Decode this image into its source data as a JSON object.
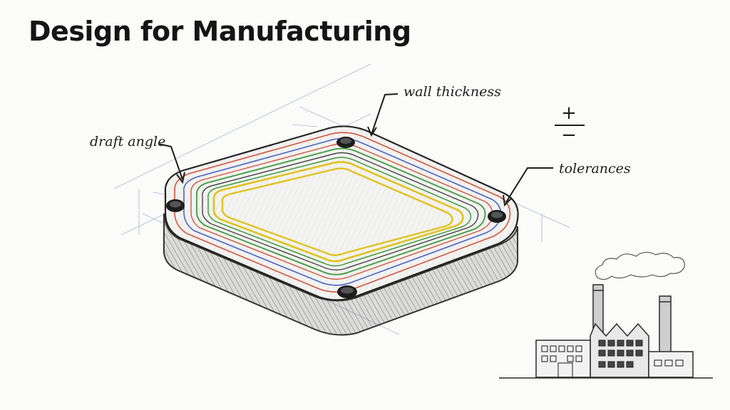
{
  "slide": {
    "title": "Design for Manufacturing"
  },
  "annotations": {
    "wall_thickness": "wall thickness",
    "draft_angle": "draft angle",
    "tolerances": "tolerances"
  },
  "symbols": {
    "plus_over_minus": [
      "+",
      "−"
    ]
  },
  "colors": {
    "ink": "#1d1d1d",
    "red_line": "#d2553c",
    "blue_line": "#4a63c7",
    "green_line": "#3f9a3c",
    "yellow_line": "#e0c21e",
    "paper": "#fbfbfa"
  }
}
